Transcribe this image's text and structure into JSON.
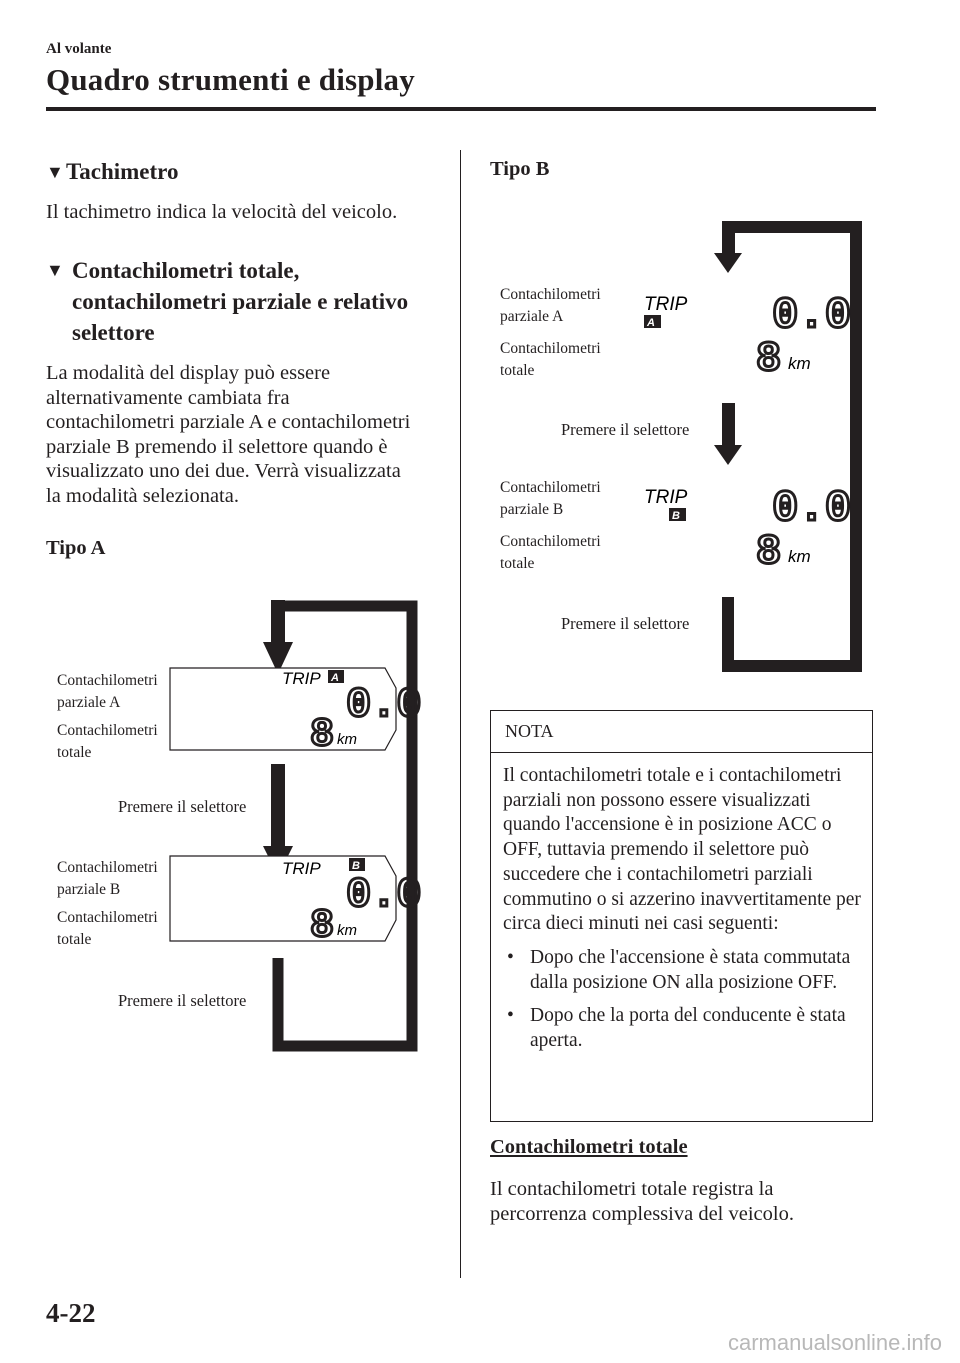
{
  "header": {
    "section_label": "Al volante",
    "title": "Quadro strumenti e display"
  },
  "left": {
    "heading1": "Tachimetro",
    "para1": "Il tachimetro indica la velocità del veicolo.",
    "heading2": "Contachilometri totale, contachilometri parziale e relativo selettore",
    "para2": "La modalità del display può essere alternativamente cambiata fra contachilometri parziale A e contachilometri parziale B premendo il selettore quando è visualizzato uno dei due. Verrà visualizzata la modalità selezionata.",
    "tipo": "Tipo A"
  },
  "diagram_a": {
    "label_trip_a_1": "Contachilometri",
    "label_trip_a_2": "parziale A",
    "label_total_1_1": "Contachilometri",
    "label_total_1_2": "totale",
    "press_1": "Premere il selettore",
    "label_trip_b_1": "Contachilometri",
    "label_trip_b_2": "parziale B",
    "label_total_2_1": "Contachilometri",
    "label_total_2_2": "totale",
    "press_2": "Premere il selettore"
  },
  "right": {
    "tipo": "Tipo B"
  },
  "diagram_b": {
    "label_trip_a_1": "Contachilometri",
    "label_trip_a_2": "parziale A",
    "label_total_1_1": "Contachilometri",
    "label_total_1_2": "totale",
    "press_1": "Premere il selettore",
    "label_trip_b_1": "Contachilometri",
    "label_trip_b_2": "parziale B",
    "label_total_2_1": "Contachilometri",
    "label_total_2_2": "totale",
    "press_2": "Premere il selettore"
  },
  "display": {
    "trip_word": "TRIP",
    "trip_a_badge": "A",
    "trip_b_badge": "B",
    "trip_value": "0.0",
    "odo_value": "8",
    "unit": "km"
  },
  "note": {
    "title": "NOTA",
    "body": "Il contachilometri totale e i contachilometri parziali non possono essere visualizzati quando l'accensione è in posizione ACC o OFF, tuttavia premendo il selettore può succedere che i contachilometri parziali commutino o si azzerino inavvertitamente per circa dieci minuti nei casi seguenti:",
    "bullets": [
      "Dopo che l'accensione è stata commutata dalla posizione ON alla posizione OFF.",
      "Dopo che la porta del conducente è stata aperta."
    ]
  },
  "odo_section": {
    "subheading": "Contachilometri totale",
    "text": "Il contachilometri totale registra la percorrenza complessiva del veicolo."
  },
  "footer": {
    "page_number": "4-22",
    "watermark": "carmanualsonline.info"
  }
}
